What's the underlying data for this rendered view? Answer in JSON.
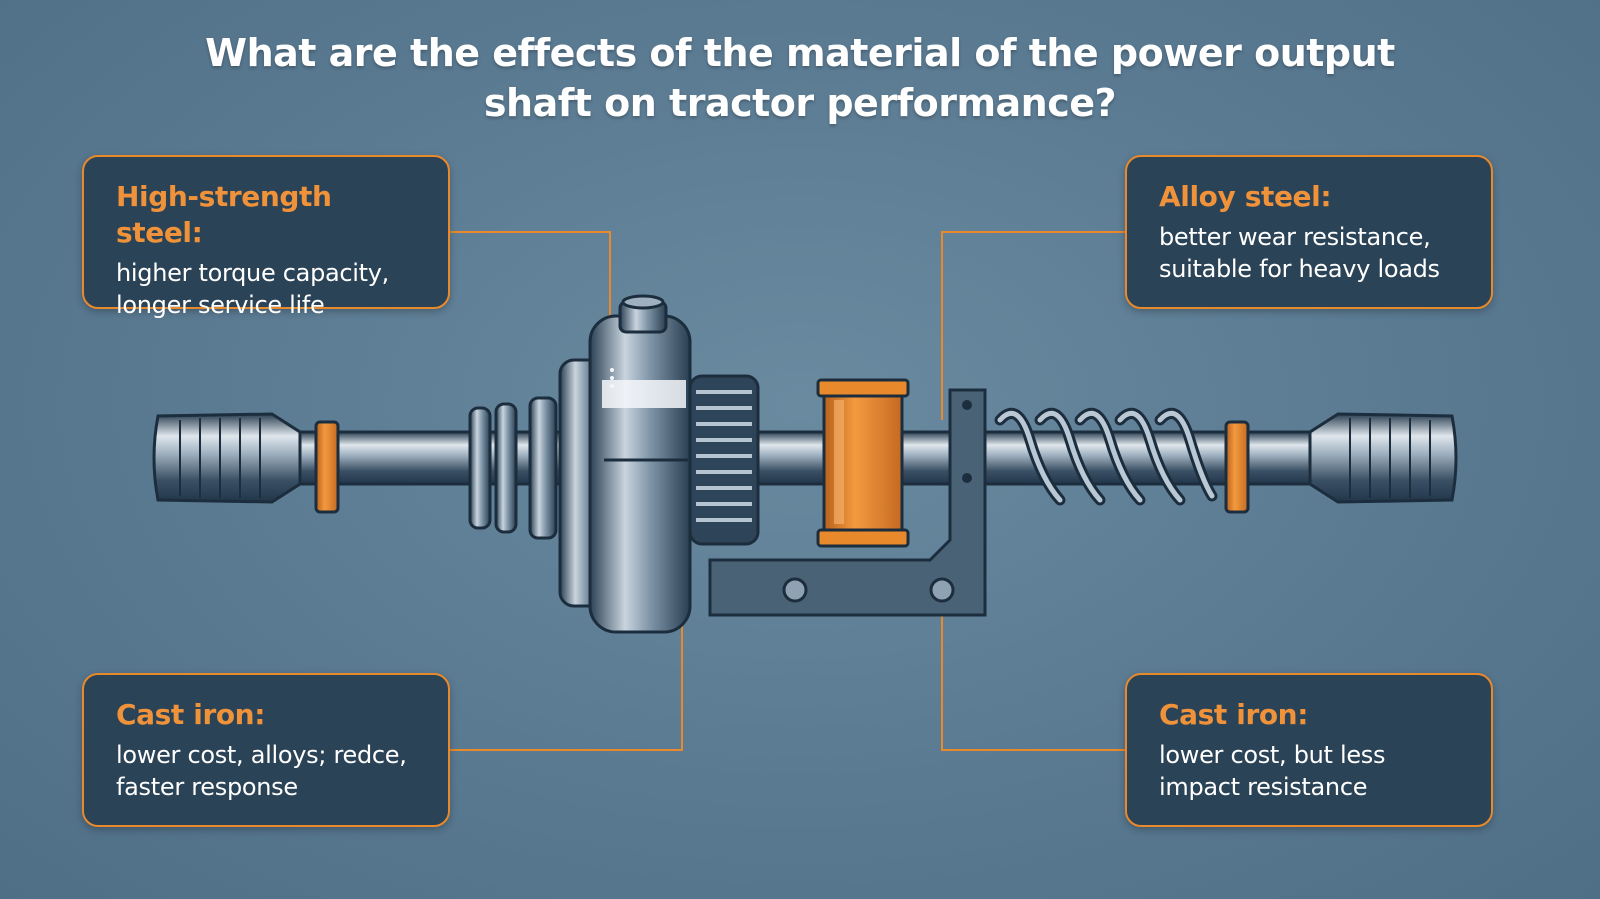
{
  "title": {
    "line1": "What are the effects of the material of the power output",
    "line2": "shaft on tractor performance?"
  },
  "callouts": [
    {
      "heading": "High-strength steel:",
      "line1": "higher torque capacity,",
      "line2": "longer service life"
    },
    {
      "heading": "Alloy steel:",
      "line1": "better wear resistance,",
      "line2": "suitable for heavy loads"
    },
    {
      "heading": "Cast iron:",
      "line1": "lower cost, alloys; redce,",
      "line2": "faster response"
    },
    {
      "heading": "Cast iron:",
      "line1": "lower cost, but less",
      "line2": "impact resistance"
    }
  ],
  "colors": {
    "background": "#5a7a92",
    "accent": "#e8892c",
    "panel": "#2b4356",
    "title": "#ffffff"
  }
}
